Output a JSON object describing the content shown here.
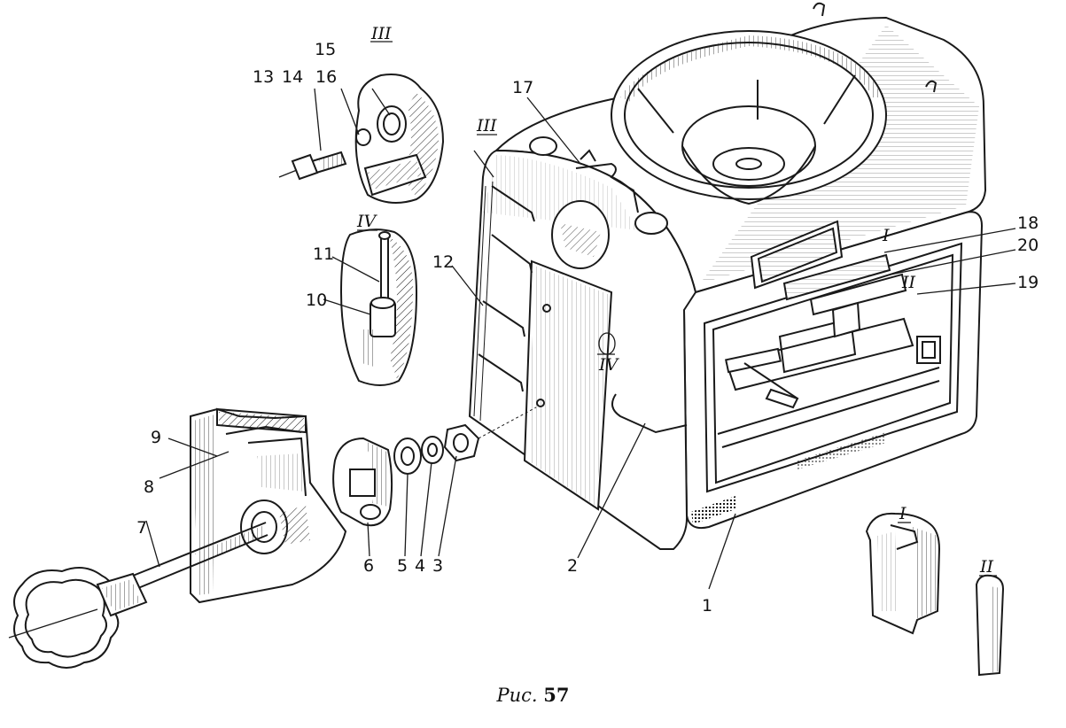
{
  "figure": {
    "caption_word": "Рис.",
    "caption_number": "57"
  },
  "callouts": {
    "c1": "1",
    "c2": "2",
    "c3": "3",
    "c4": "4",
    "c5": "5",
    "c6": "6",
    "c7": "7",
    "c8": "8",
    "c9": "9",
    "c10": "10",
    "c11": "11",
    "c12": "12",
    "c13": "13",
    "c14": "14",
    "c15": "15",
    "c16": "16",
    "c17": "17",
    "c18": "18",
    "c19": "19",
    "c20": "20"
  },
  "detail_marks": {
    "d1": "I",
    "d2": "II",
    "d3": "III",
    "d4": "IV"
  }
}
